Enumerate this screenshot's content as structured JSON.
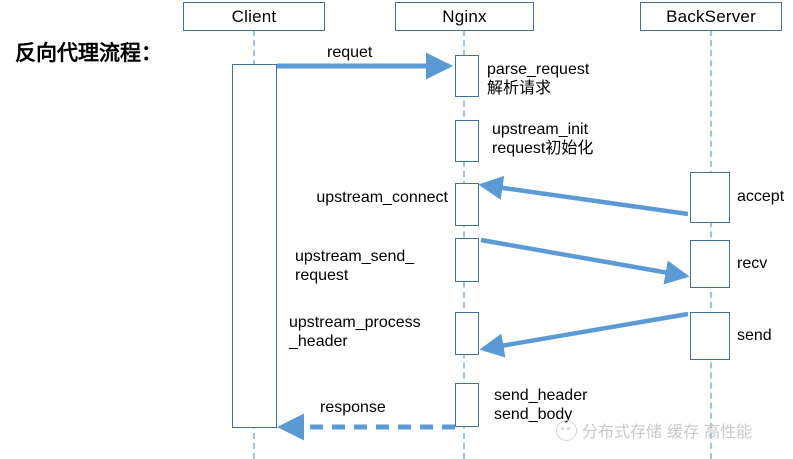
{
  "diagram": {
    "title": "反向代理流程：",
    "type": "sequence-diagram",
    "accent_color": "#5B9BD5",
    "border_color": "#41719C",
    "lifeline_color": "#9DC3E6"
  },
  "actors": [
    {
      "id": "client",
      "label": "Client"
    },
    {
      "id": "nginx",
      "label": "Nginx"
    },
    {
      "id": "backserver",
      "label": "BackServer"
    }
  ],
  "nginx_steps": [
    {
      "label": "parse_request\n解析请求",
      "side": "right"
    },
    {
      "label": "upstream_init\nrequest初始化",
      "side": "right"
    },
    {
      "label": "upstream_connect",
      "side": "left"
    },
    {
      "label": "upstream_send_\nrequest",
      "side": "left"
    },
    {
      "label": "upstream_process\n_header",
      "side": "left"
    },
    {
      "label": "send_header\nsend_body",
      "side": "right"
    }
  ],
  "backserver_steps": [
    {
      "label": "accept"
    },
    {
      "label": "recv"
    },
    {
      "label": "send"
    }
  ],
  "messages": [
    {
      "id": "request",
      "label": "requet",
      "style": "solid",
      "direction": "client-to-nginx"
    },
    {
      "id": "connect",
      "label": "",
      "style": "solid",
      "direction": "backserver-to-nginx"
    },
    {
      "id": "send_req",
      "label": "",
      "style": "solid",
      "direction": "nginx-to-backserver"
    },
    {
      "id": "send_resp",
      "label": "",
      "style": "solid",
      "direction": "backserver-to-nginx"
    },
    {
      "id": "response",
      "label": "response",
      "style": "dashed",
      "direction": "nginx-to-client"
    }
  ],
  "watermark": {
    "text": "分布式存储 缓存 高性能"
  }
}
